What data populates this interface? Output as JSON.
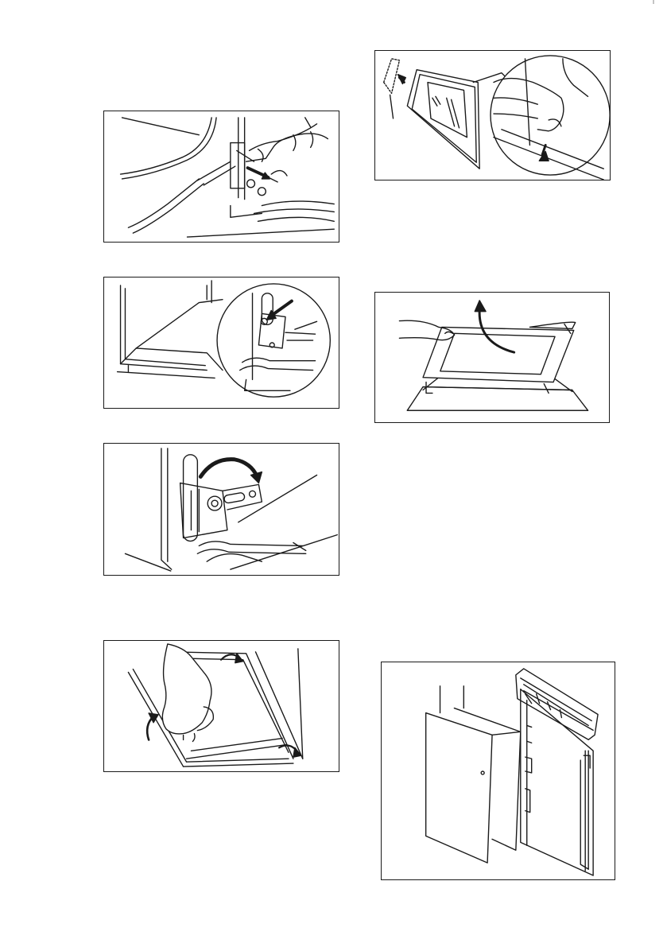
{
  "figures": [
    {
      "id": "fig1",
      "subject": "screwdriver-hinge-lever"
    },
    {
      "id": "fig2",
      "subject": "hinge-lever-detail"
    },
    {
      "id": "fig3",
      "subject": "hinge-rotate"
    },
    {
      "id": "fig4",
      "subject": "door-lift-off"
    },
    {
      "id": "fig5",
      "subject": "door-trim-removal"
    },
    {
      "id": "fig6",
      "subject": "glass-panel-lift"
    },
    {
      "id": "fig7",
      "subject": "glass-panels-exploded"
    }
  ],
  "colors": {
    "line": "#1a1a1a",
    "paper": "#ffffff"
  }
}
